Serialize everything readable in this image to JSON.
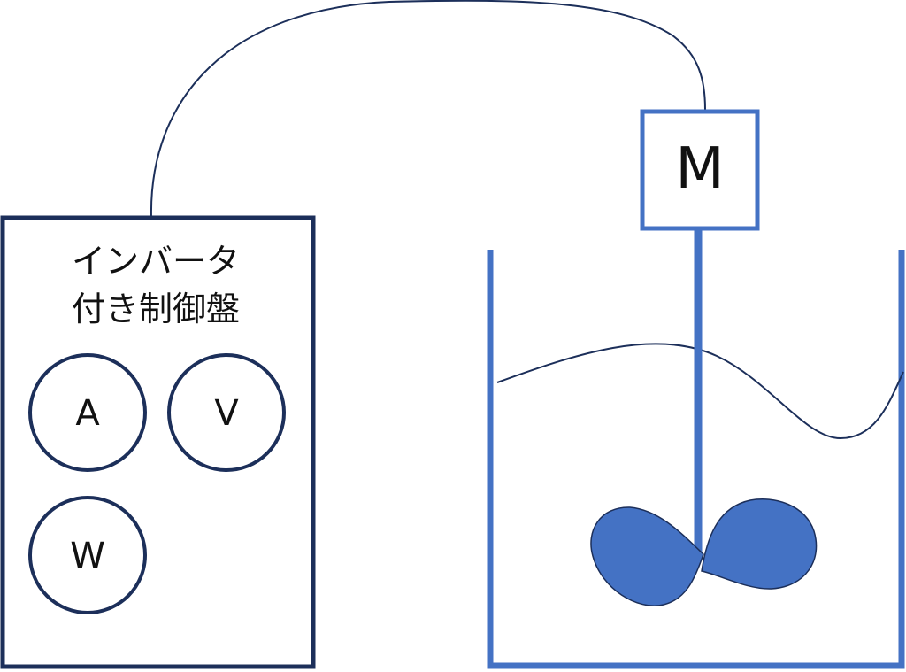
{
  "control_panel": {
    "title_line1": "インバータ",
    "title_line2": "付き制御盤",
    "meters": [
      {
        "label": "A"
      },
      {
        "label": "V"
      },
      {
        "label": "W"
      }
    ]
  },
  "motor": {
    "label": "M"
  },
  "colors": {
    "panel_border": "#1c2f5a",
    "tank_blue": "#4472c4",
    "cable": "#1c2f5a",
    "impeller_fill": "#4472c4",
    "text": "#111111"
  }
}
